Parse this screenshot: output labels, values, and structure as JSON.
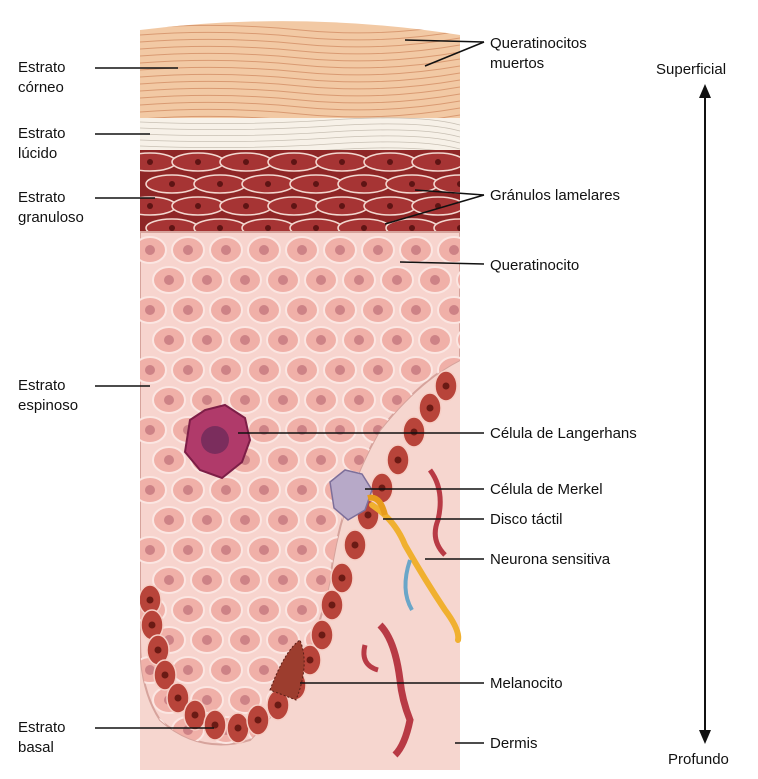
{
  "diagram": {
    "left_labels": [
      {
        "id": "estrato-corneo",
        "text": "Estrato\ncórneo"
      },
      {
        "id": "estrato-lucido",
        "text": "Estrato\nlúcido"
      },
      {
        "id": "estrato-granuloso",
        "text": "Estrato\ngranuloso"
      },
      {
        "id": "estrato-espinoso",
        "text": "Estrato\nespinoso"
      },
      {
        "id": "estrato-basal",
        "text": "Estrato\nbasal"
      }
    ],
    "right_labels": [
      {
        "id": "queratinocitos-muertos",
        "text": "Queratinocitos\nmuertos"
      },
      {
        "id": "granulos-lamelares",
        "text": "Gránulos lamelares"
      },
      {
        "id": "queratinocito",
        "text": "Queratinocito"
      },
      {
        "id": "celula-langerhans",
        "text": "Célula de Langerhans"
      },
      {
        "id": "celula-merkel",
        "text": "Célula de Merkel"
      },
      {
        "id": "disco-tactil",
        "text": "Disco táctil"
      },
      {
        "id": "neurona-sensitiva",
        "text": "Neurona sensitiva"
      },
      {
        "id": "melanocito",
        "text": "Melanocito"
      },
      {
        "id": "dermis",
        "text": "Dermis"
      }
    ],
    "axis": {
      "top": "Superficial",
      "bottom": "Profundo"
    },
    "colors": {
      "corneum": "#f2c9a4",
      "lucidum": "#f7f1e8",
      "granulosum": "#a63434",
      "spinosum": "#f0b0a8",
      "basal": "#b8443a",
      "dermis": "#f6d6cf",
      "nerve": "#f0b030",
      "langerhans": "#b03a6a",
      "merkel": "#b7a9c8"
    }
  }
}
